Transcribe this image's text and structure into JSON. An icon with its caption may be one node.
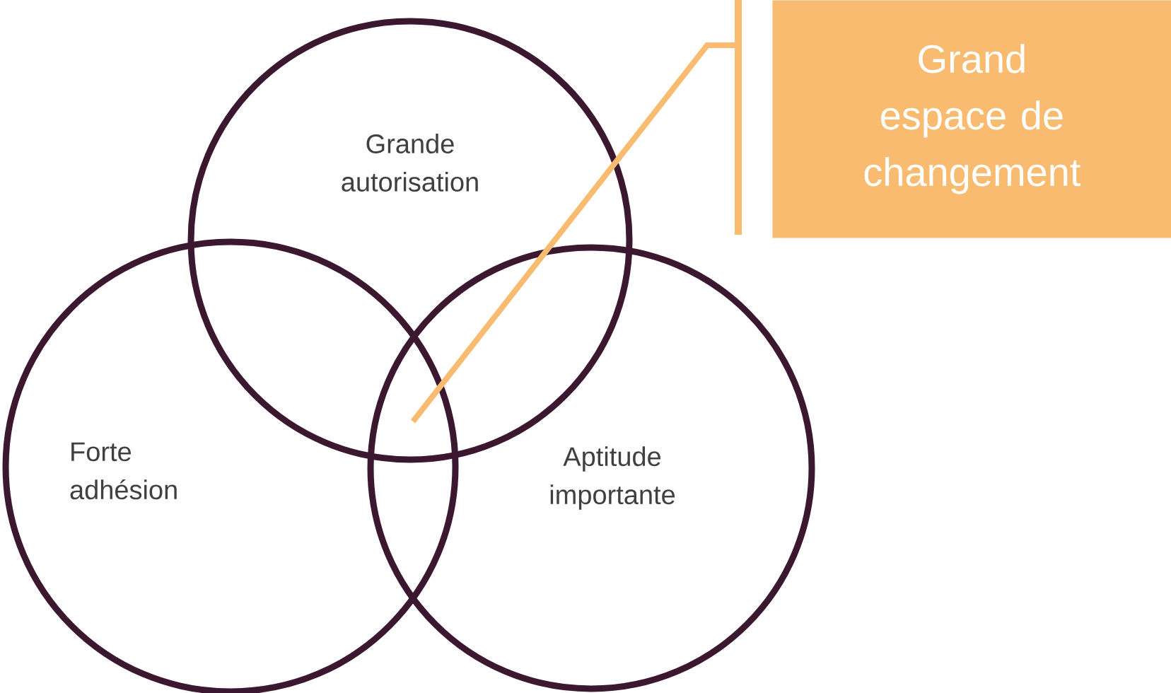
{
  "diagram": {
    "nodes": [
      {
        "text": [
          "Grande autorisation"
        ]
      },
      {
        "text": [
          "Forte adhésion"
        ]
      },
      {
        "text": [
          "Aptitude importante"
        ]
      },
      {
        "text": [
          "Grand espace de changement"
        ]
      }
    ],
    "edges": [
      {
        "from": 3,
        "to": 0,
        "arrow": "none",
        "color": "#f8bb70"
      }
    ]
  }
}
